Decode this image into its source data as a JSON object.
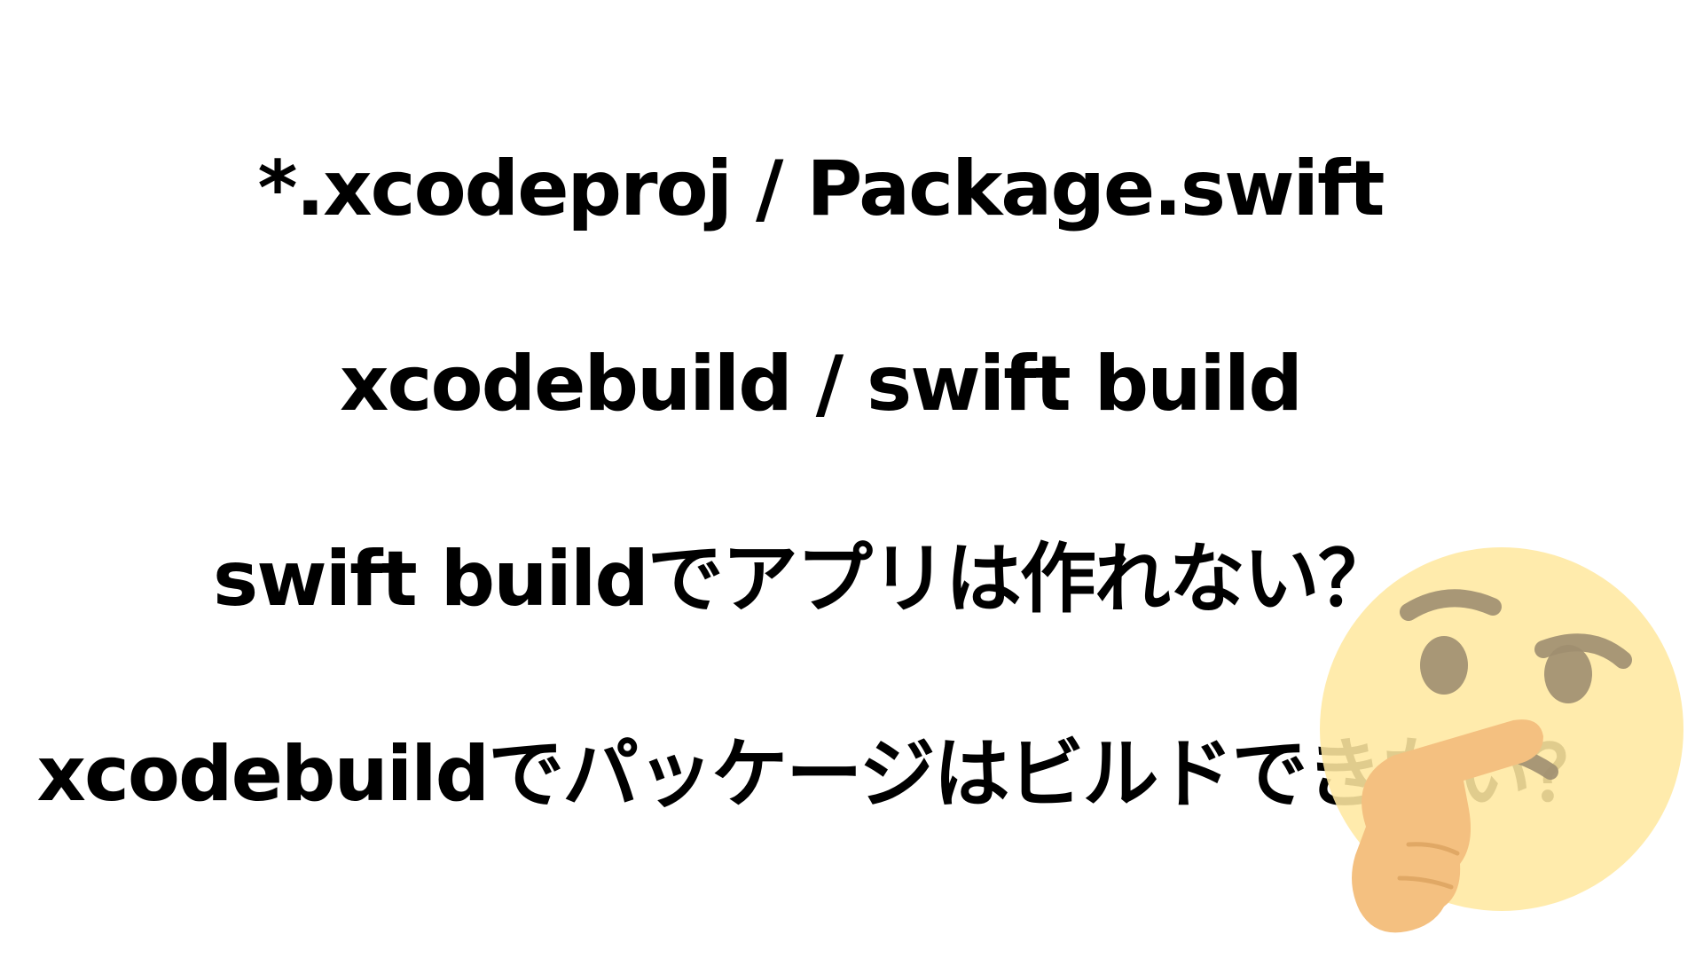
{
  "slide": {
    "lines": [
      "*.xcodeproj / Package.swift",
      "xcodebuild / swift build",
      "swift buildでアプリは作れない？",
      "xcodebuildでパッケージはビルドできない？"
    ],
    "decoration": {
      "icon": "thinking-face-icon",
      "face_color": "#FFE8A0",
      "feature_color": "#9E8E70",
      "hand_color": "#F4C080"
    }
  }
}
